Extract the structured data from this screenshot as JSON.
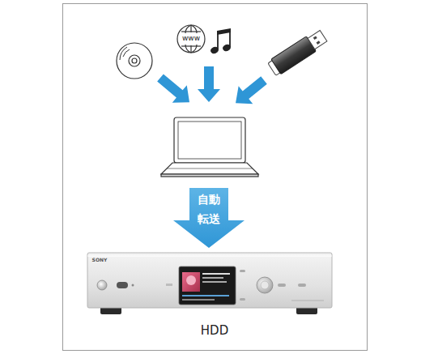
{
  "diagram": {
    "labels": [
      "www",
      "自動 転送",
      "SONY",
      "HDD"
    ]
  }
}
